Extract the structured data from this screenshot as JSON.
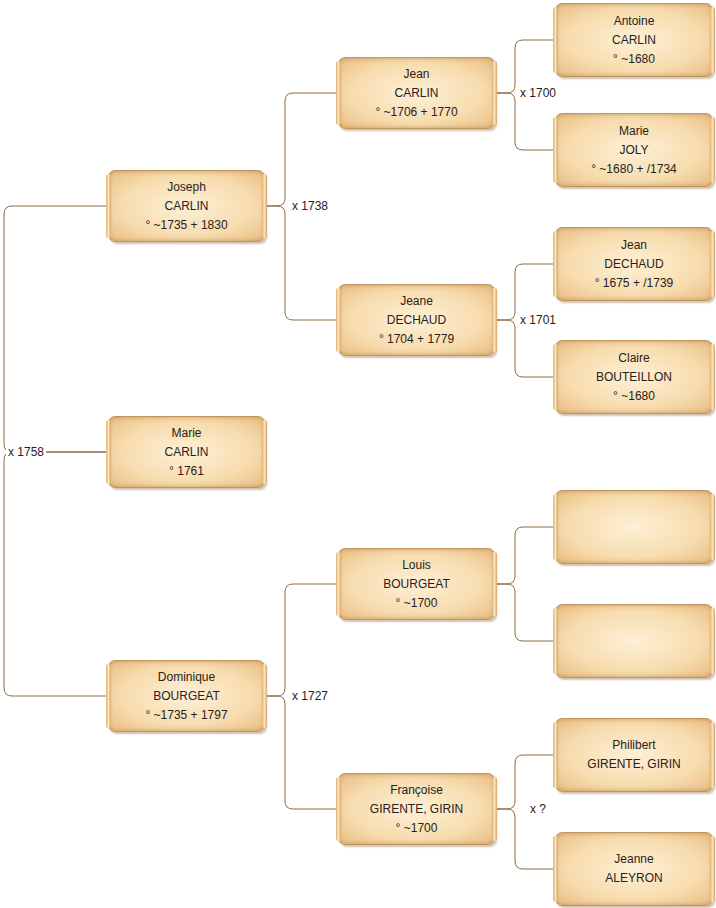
{
  "diagram": {
    "nodes": [
      {
        "text": [
          "Joseph",
          "CARLIN",
          "° ~1735 + 1830"
        ]
      },
      {
        "text": [
          "Jean",
          "CARLIN",
          "° ~1706 + 1770"
        ]
      },
      {
        "text": [
          "Antoine",
          "CARLIN",
          "° ~1680"
        ]
      },
      {
        "text": [
          "Marie",
          "JOLY",
          "° ~1680 + /1734"
        ]
      },
      {
        "text": [
          "Jeane",
          "DECHAUD",
          "° 1704 + 1779"
        ]
      },
      {
        "text": [
          "Jean",
          "DECHAUD",
          "° 1675 + /1739"
        ]
      },
      {
        "text": [
          "Claire",
          "BOUTEILLON",
          "° ~1680"
        ]
      },
      {
        "text": [
          "Marie",
          "CARLIN",
          "° 1761"
        ]
      },
      {
        "text": [
          "Dominique",
          "BOURGEAT",
          "° ~1735 + 1797"
        ]
      },
      {
        "text": [
          "Louis",
          "BOURGEAT",
          "° ~1700"
        ]
      },
      {
        "text": [
          "Françoise",
          "GIRENTE, GIRIN",
          "° ~1700"
        ]
      },
      {
        "text": [
          "Philibert",
          "GIRENTE, GIRIN"
        ]
      },
      {
        "text": [
          "Jeanne",
          "ALEYRON"
        ]
      }
    ],
    "edges": [
      {
        "from": 0,
        "to": 1,
        "arrow": "none",
        "label": "x 1738"
      },
      {
        "from": 0,
        "to": 4,
        "arrow": "none"
      },
      {
        "from": 1,
        "to": 2,
        "arrow": "none",
        "label": "x 1700"
      },
      {
        "from": 1,
        "to": 3,
        "arrow": "none"
      },
      {
        "from": 4,
        "to": 5,
        "arrow": "none",
        "label": "x 1701"
      },
      {
        "from": 4,
        "to": 6,
        "arrow": "none"
      },
      {
        "from": 7,
        "to": 0,
        "arrow": "none",
        "label": "x 1758"
      },
      {
        "from": 7,
        "to": 8,
        "arrow": "none"
      },
      {
        "from": 8,
        "to": 9,
        "arrow": "none",
        "label": "x 1727"
      },
      {
        "from": 8,
        "to": 10,
        "arrow": "none"
      },
      {
        "from": 10,
        "to": 11,
        "arrow": "none",
        "label": "x ?"
      },
      {
        "from": 10,
        "to": 12,
        "arrow": "none"
      }
    ]
  }
}
